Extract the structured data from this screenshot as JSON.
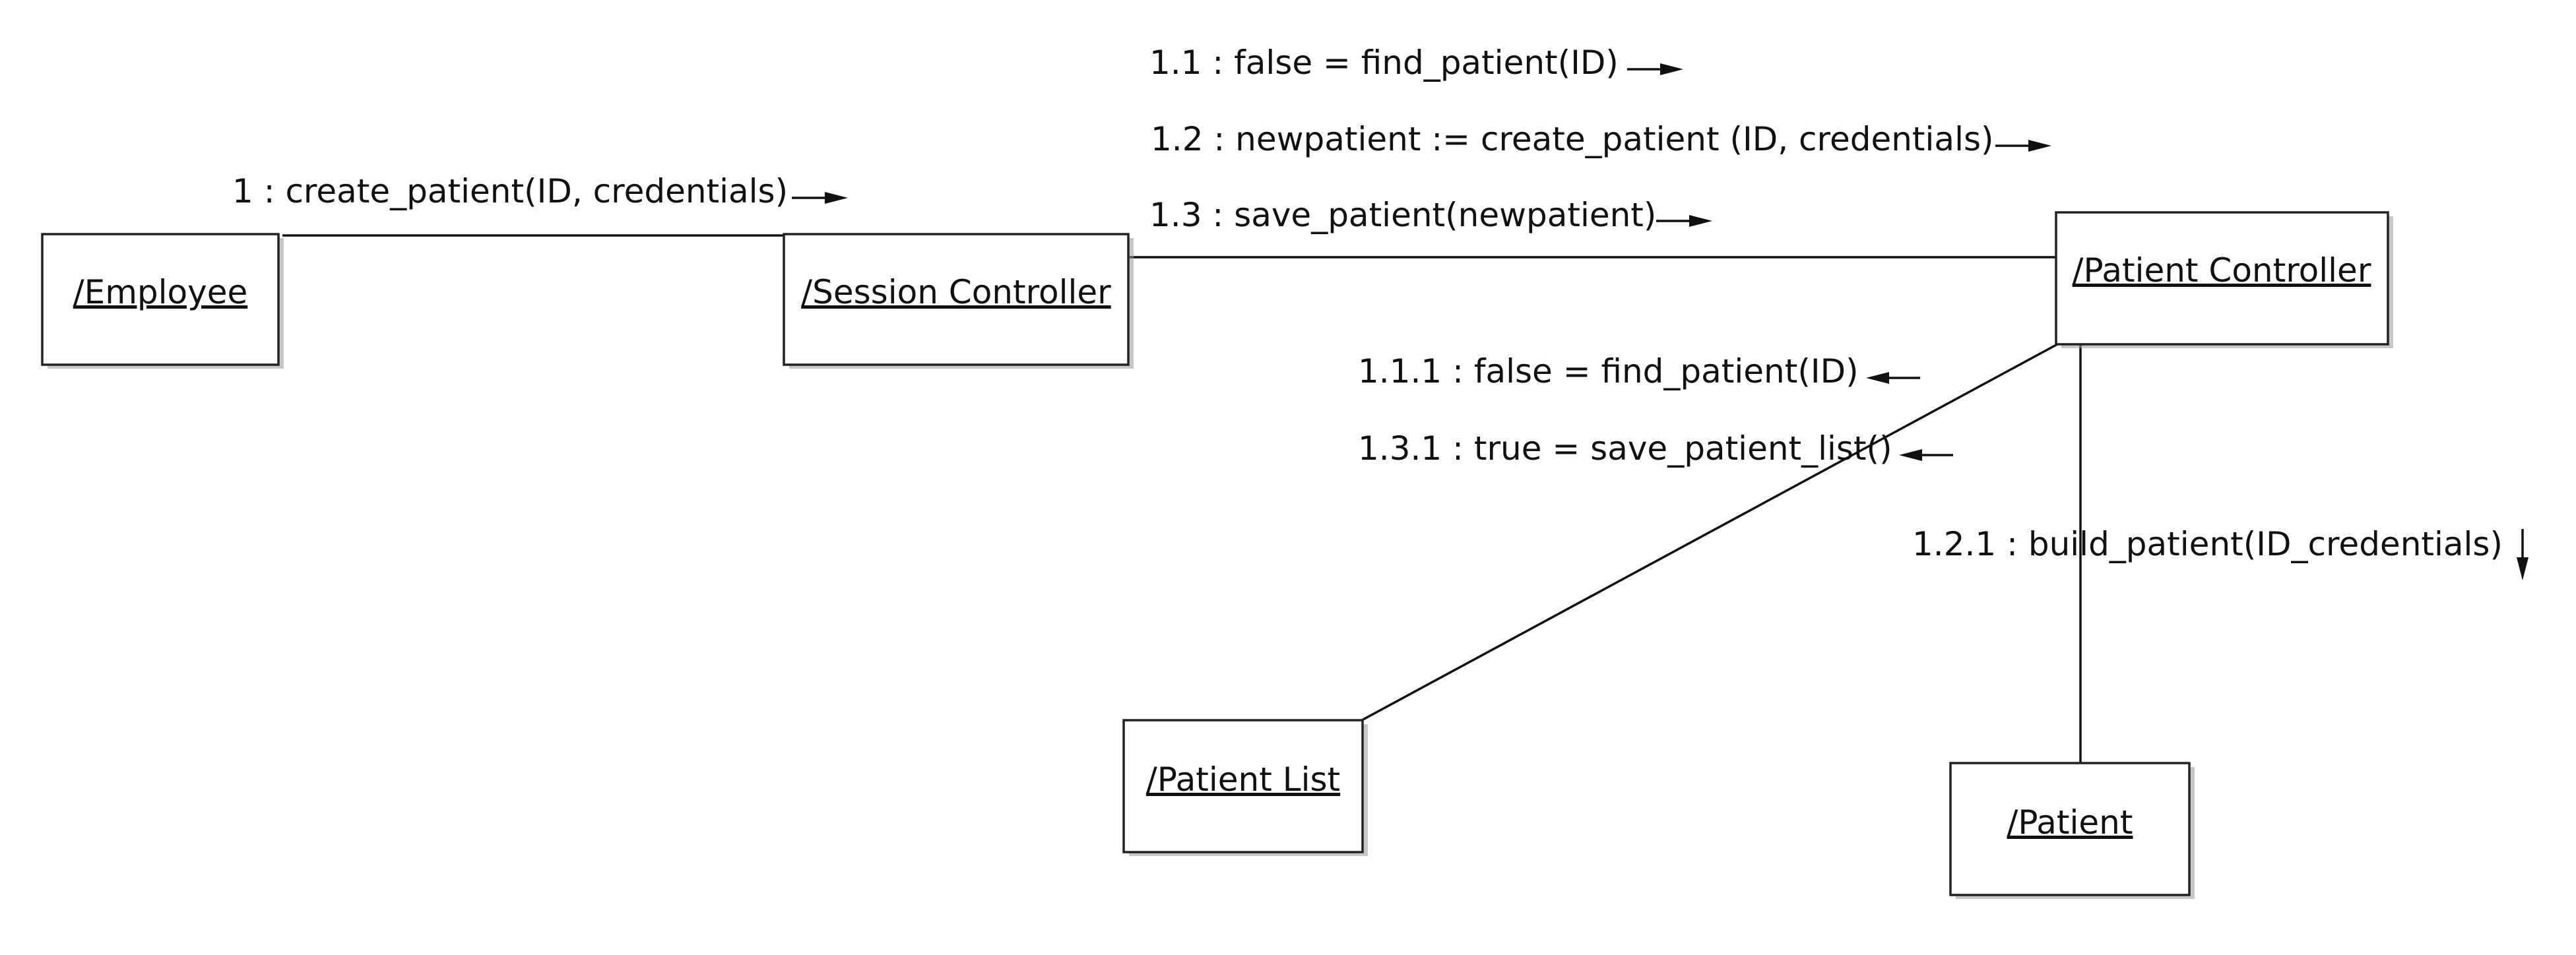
{
  "objects": {
    "employee": "/Employee",
    "session_controller": "/Session Controller",
    "patient_controller": "/Patient Controller",
    "patient_list": "/Patient List",
    "patient": "/Patient"
  },
  "messages": {
    "m1": "1 : create_patient(ID, credentials)",
    "m1_1": "1.1 : false = find_patient(ID)",
    "m1_2": "1.2 : newpatient := create_patient (ID, credentials)",
    "m1_3": "1.3 : save_patient(newpatient)",
    "m1_1_1": "1.1.1 : false = find_patient(ID)",
    "m1_3_1": "1.3.1 : true = save_patient_list()",
    "m1_2_1": "1.2.1 : build_patient(ID_credentials)"
  },
  "colors": {
    "line": "#111111",
    "box_fill": "#ffffff",
    "shadow": "#9a9a9a"
  }
}
